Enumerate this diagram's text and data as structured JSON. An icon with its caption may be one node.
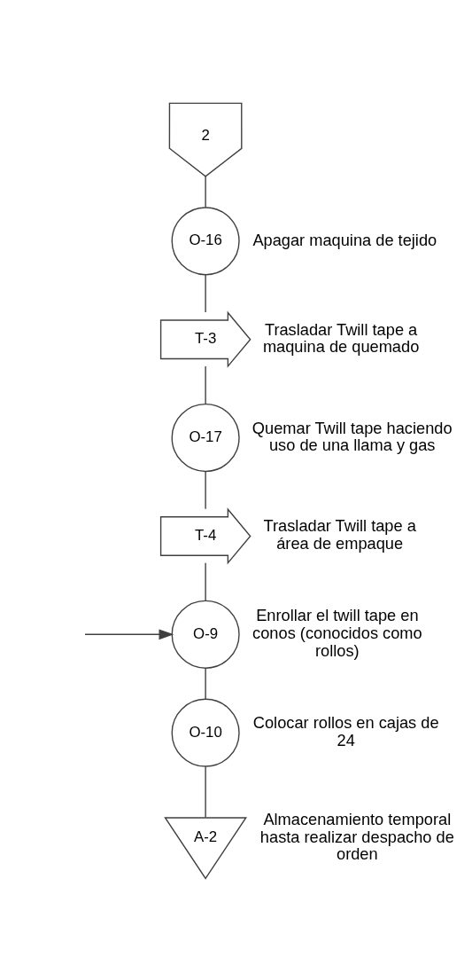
{
  "diagram": {
    "nodes": [
      {
        "text": [
          "2"
        ]
      },
      {
        "text": [
          "O-16"
        ],
        "beside": [
          "Apagar maquina de tejido"
        ]
      },
      {
        "text": [
          "T-3"
        ],
        "beside": [
          "Trasladar Twill tape a maquina de quemado"
        ]
      },
      {
        "text": [
          "O-17"
        ],
        "beside": [
          "Quemar Twill tape haciendo uso de una llama y gas"
        ]
      },
      {
        "text": [
          "T-4"
        ],
        "beside": [
          "Trasladar Twill tape a área de empaque"
        ]
      },
      {
        "text": [
          "O-9"
        ],
        "beside": [
          "Enrollar el twill tape en conos (conocidos como rollos)"
        ]
      },
      {
        "text": [
          "O-10"
        ],
        "beside": [
          "Colocar rollos en cajas de 24"
        ]
      },
      {
        "text": [
          "A-2"
        ],
        "beside": [
          "Almacenamiento temporal hasta realizar despacho de orden"
        ]
      }
    ],
    "edges": [
      {
        "from": 0,
        "to": 1,
        "arrow": "none"
      },
      {
        "from": 1,
        "to": 2,
        "arrow": "none"
      },
      {
        "from": 2,
        "to": 3,
        "arrow": "none"
      },
      {
        "from": 3,
        "to": 4,
        "arrow": "none"
      },
      {
        "from": 4,
        "to": 5,
        "arrow": "none"
      },
      {
        "from": null,
        "to": 5,
        "arrow": "to"
      },
      {
        "from": 5,
        "to": 6,
        "arrow": "none"
      },
      {
        "from": 6,
        "to": 7,
        "arrow": "none"
      }
    ]
  }
}
